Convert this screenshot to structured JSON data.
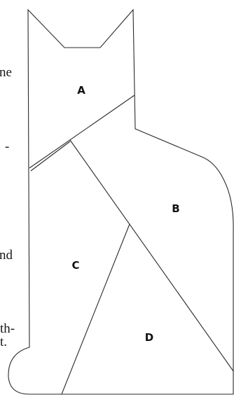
{
  "figure": {
    "regions": [
      {
        "id": "A",
        "label": "A"
      },
      {
        "id": "B",
        "label": "B"
      },
      {
        "id": "C",
        "label": "C"
      },
      {
        "id": "D",
        "label": "D"
      }
    ],
    "stroke_color": "#2a2a2a",
    "fill_color": "#ffffff"
  },
  "edge_text": {
    "line1": "ne",
    "line2": "-",
    "line3": "nd",
    "line4": "th-",
    "line5": "t."
  }
}
